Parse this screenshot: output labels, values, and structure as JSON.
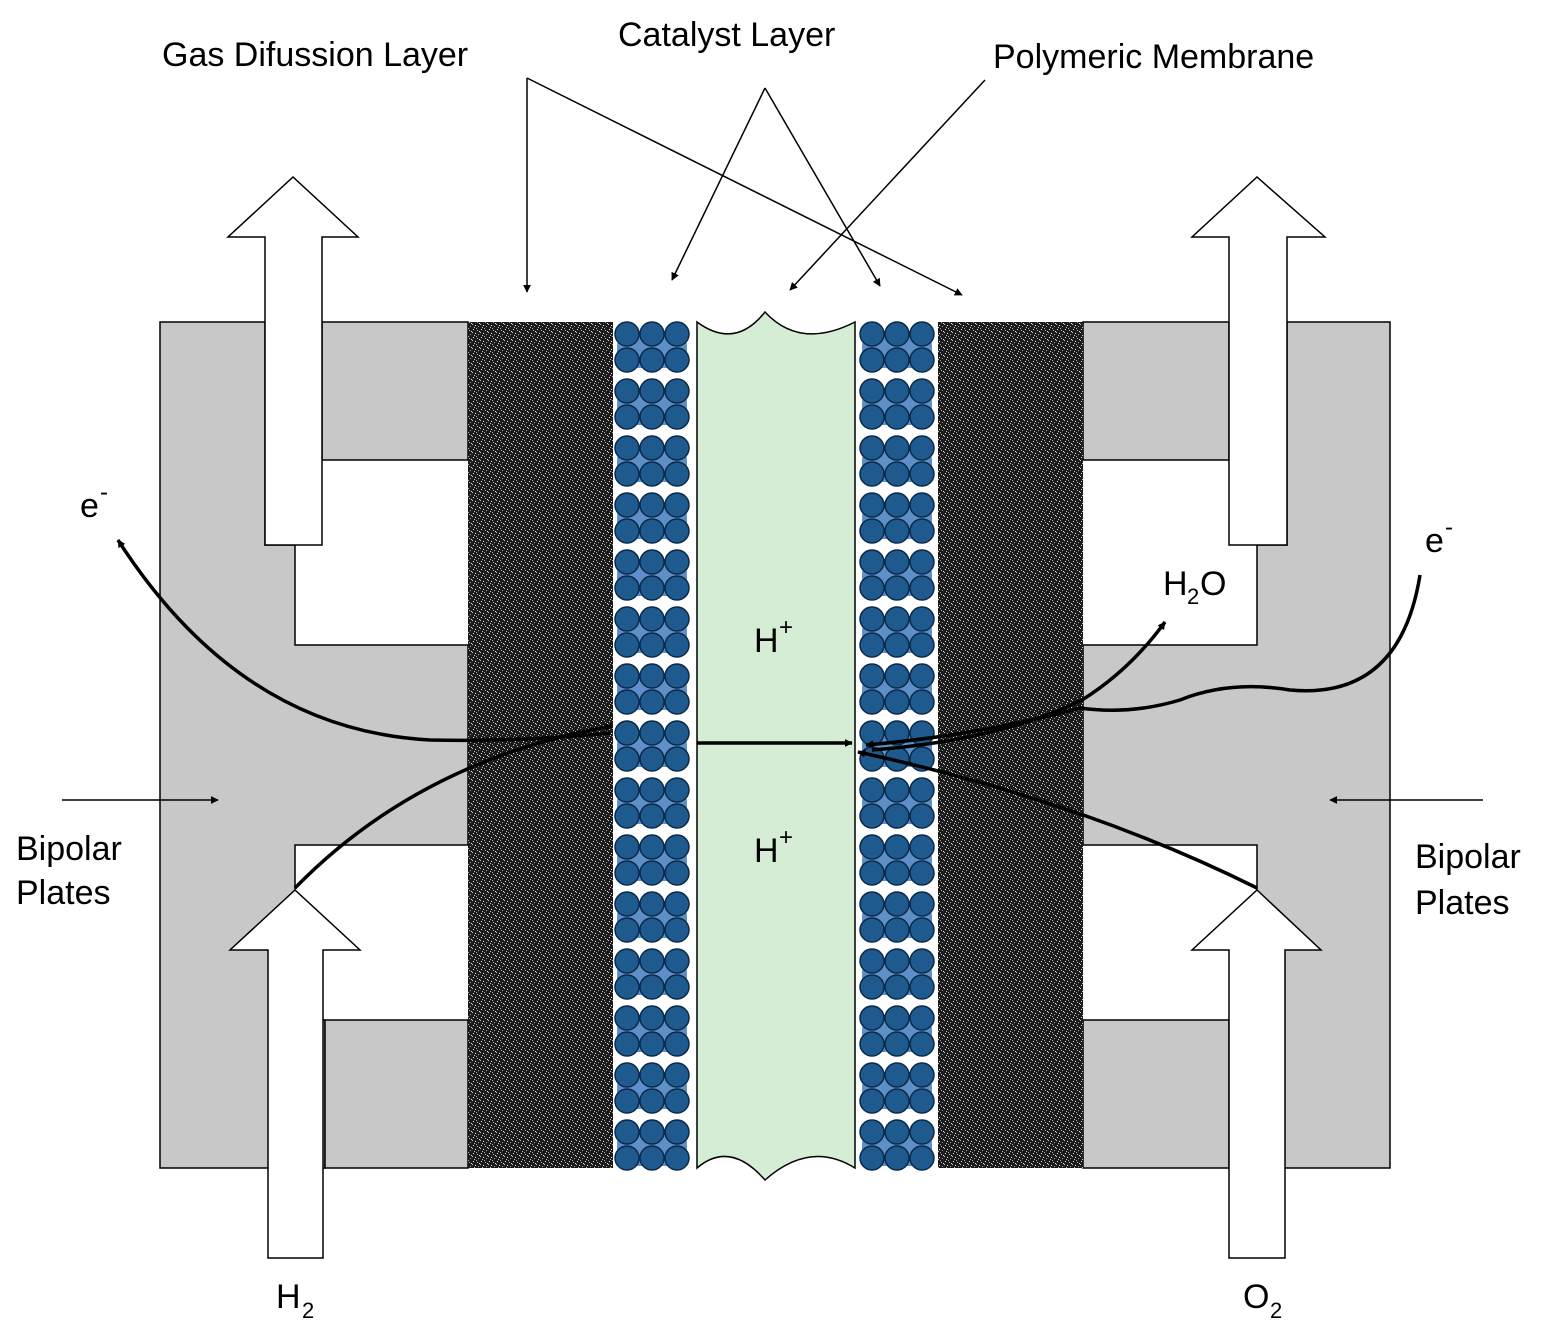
{
  "labels": {
    "gas_diffusion_layer": "Gas Difussion Layer",
    "catalyst_layer": "Catalyst Layer",
    "polymeric_membrane": "Polymeric Membrane",
    "bipolar_plates_left_1": "Bipolar",
    "bipolar_plates_left_2": "Plates",
    "bipolar_plates_right_1": "Bipolar",
    "bipolar_plates_right_2": "Plates",
    "electron_left": "e",
    "electron_left_sup": "-",
    "electron_right": "e",
    "electron_right_sup": "-",
    "water_h": "H",
    "water_sub": "2",
    "water_o": "O",
    "proton_upper": "H",
    "proton_upper_sup": "+",
    "proton_lower": "H",
    "proton_lower_sup": "+",
    "hydrogen": "H",
    "hydrogen_sub": "2",
    "oxygen": "O",
    "oxygen_sub": "2"
  },
  "colors": {
    "bipolar_plate": "#c8c8c8",
    "gas_diffusion_layer": "#1f1f1f",
    "catalyst_particle": "#1f5a8f",
    "catalyst_backing": "#5f8fc8",
    "membrane": "#d5ecd5",
    "outline": "#000000"
  }
}
